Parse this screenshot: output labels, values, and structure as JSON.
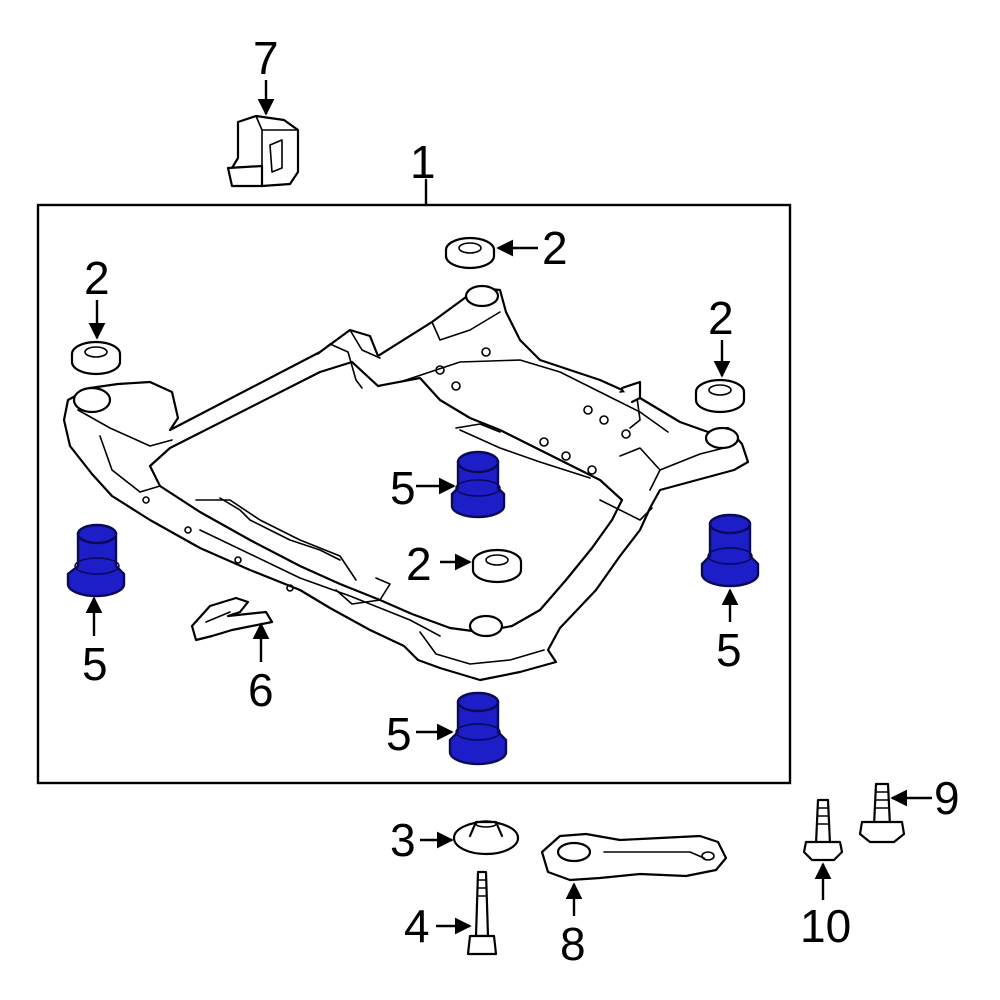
{
  "callouts": {
    "c1": "1",
    "c2a": "2",
    "c2b": "2",
    "c2c": "2",
    "c2d": "2",
    "c3": "3",
    "c4": "4",
    "c5a": "5",
    "c5b": "5",
    "c5c": "5",
    "c5d": "5",
    "c6": "6",
    "c7": "7",
    "c8": "8",
    "c9": "9",
    "c10": "10"
  },
  "colors": {
    "highlight_fill": "#1e1ec8",
    "highlight_stroke": "#0a0a55",
    "line": "#000000",
    "background": "#ffffff"
  }
}
